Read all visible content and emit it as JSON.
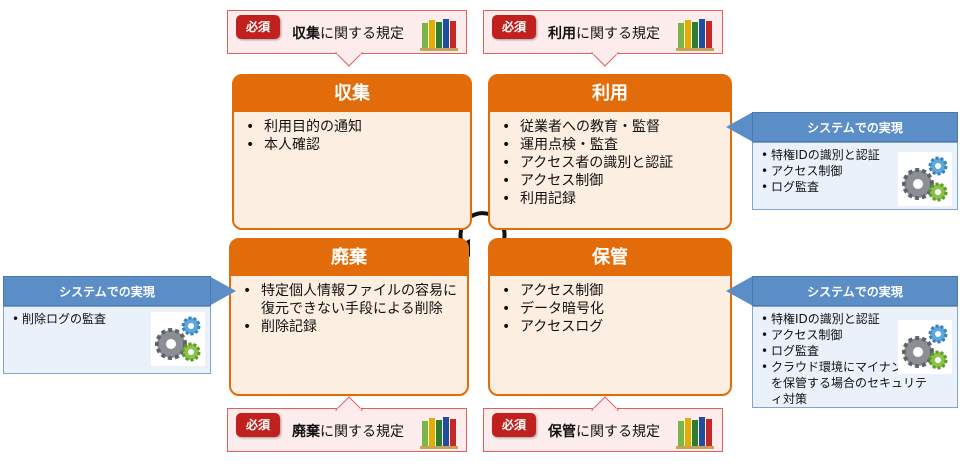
{
  "boxes": {
    "collect": {
      "title": "収集",
      "items": [
        "利用目的の通知",
        "本人確認"
      ]
    },
    "use": {
      "title": "利用",
      "items": [
        "従業者への教育・監督",
        "運用点検・監査",
        "アクセス者の識別と認証",
        "アクセス制御",
        "利用記録"
      ]
    },
    "dispose": {
      "title": "廃棄",
      "items": [
        "特定個人情報ファイルの容易に復元できない手段による削除",
        "削除記録"
      ]
    },
    "store": {
      "title": "保管",
      "items": [
        "アクセス制御",
        "データ暗号化",
        "アクセスログ"
      ]
    }
  },
  "rules": {
    "badge": "必須",
    "suffix": "に関する規定",
    "collect": "収集",
    "use": "利用",
    "dispose": "廃棄",
    "store": "保管"
  },
  "system": {
    "heading": "システムでの実現",
    "use": [
      "特権IDの識別と認証",
      "アクセス制御",
      "ログ監査"
    ],
    "store": [
      "特権IDの識別と認証",
      "アクセス制御",
      "ログ監査",
      "クラウド環境にマイナンバーを保管する場合のセキュリティ対策"
    ],
    "dispose": [
      "削除ログの監査"
    ]
  },
  "colors": {
    "orange": "#e36c0a",
    "box_fill": "#fdeee2",
    "badge_red": "#c0211f",
    "blue_head": "#5b8ec6",
    "blue_body": "#eaf1fa"
  },
  "icons": [
    "books-icon",
    "gears-icon",
    "cycle-arrow-icon"
  ]
}
